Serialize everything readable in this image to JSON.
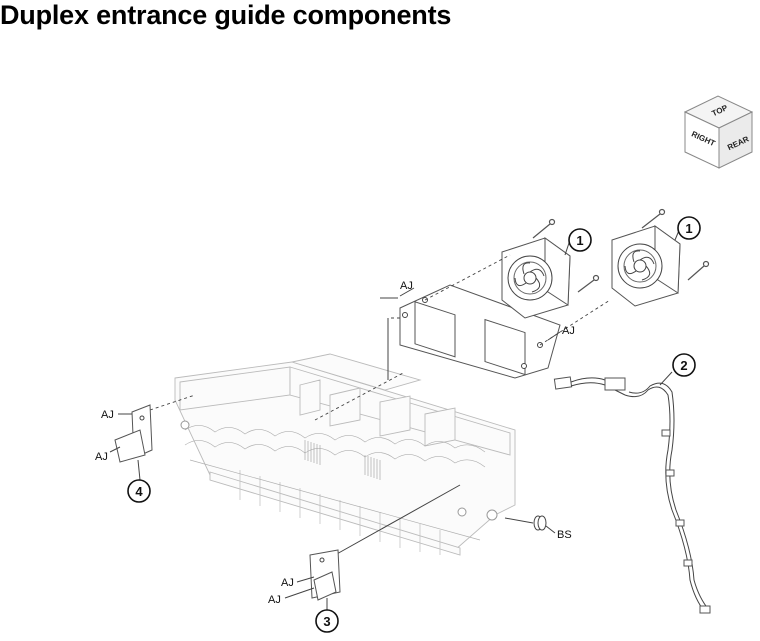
{
  "title": "Duplex entrance guide components",
  "orientation_cube": {
    "top": "TOP",
    "right": "RIGHT",
    "rear": "REAR"
  },
  "callouts": {
    "fan_left": "1",
    "fan_right": "1",
    "cable": "2",
    "right_bracket": "3",
    "left_bracket": "4"
  },
  "labels": {
    "aj_plate_top": "AJ",
    "aj_plate_right": "AJ",
    "aj_left_top": "AJ",
    "aj_left_bottom": "AJ",
    "aj_bottom_top": "AJ",
    "aj_bottom_bottom": "AJ",
    "bs": "BS"
  }
}
